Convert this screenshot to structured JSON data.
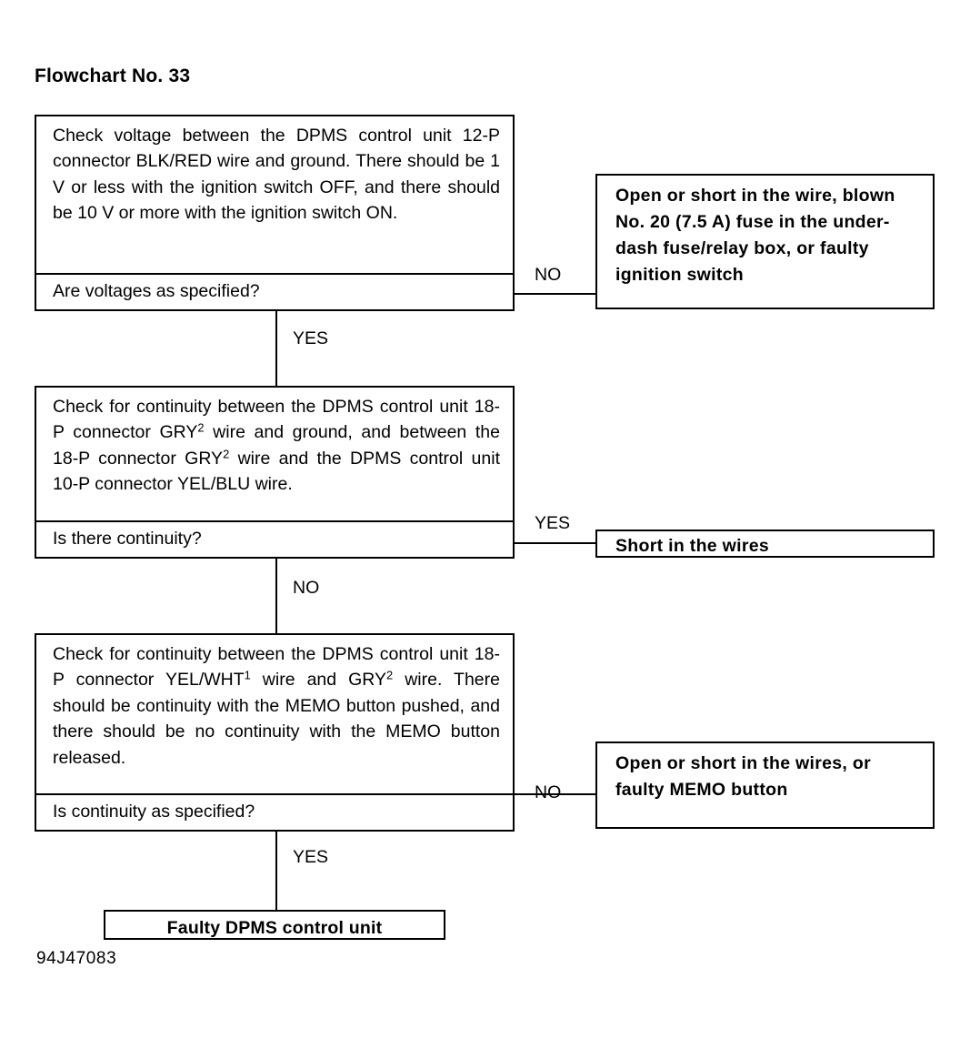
{
  "document": {
    "title": "Flowchart No. 33",
    "footer_code": "94J47083",
    "ink_color": "#000000",
    "background_color": "#ffffff"
  },
  "steps": [
    {
      "id": "step-1",
      "body": "Check voltage between the DPMS control unit 12-P connector BLK/RED wire and ground. There should be 1 V or less with the ignition switch OFF, and there should be 10 V or more with the ignition switch ON.",
      "question": "Are voltages as specified?",
      "branch_right_label": "NO",
      "branch_down_label": "YES"
    },
    {
      "id": "step-2",
      "body_part1": "Check for continuity between the DPMS control unit 18-P connector GRY",
      "body_sup1": "2",
      "body_part2": " wire and ground, and between the 18-P connector GRY",
      "body_sup2": "2",
      "body_part3": " wire and the DPMS control unit 10-P connector YEL/BLU wire.",
      "question": "Is there continuity?",
      "branch_right_label": "YES",
      "branch_down_label": "NO"
    },
    {
      "id": "step-3",
      "body_part1": "Check for continuity between the DPMS control unit 18-P connector YEL/WHT",
      "body_sup1": "1",
      "body_part2": " wire and GRY",
      "body_sup2": "2",
      "body_part3": " wire. There should be continuity with the MEMO button pushed, and there should be no continuity with the MEMO button released.",
      "question": "Is continuity as specified?",
      "branch_right_label": "NO",
      "branch_down_label": "YES"
    }
  ],
  "results": [
    {
      "id": "result-1",
      "text": "Open or short in the wire, blown No. 20 (7.5 A) fuse in the under-dash fuse/relay box, or faulty ignition switch"
    },
    {
      "id": "result-2",
      "text": "Short in the wires"
    },
    {
      "id": "result-3",
      "text": "Open or short in the wires, or faulty MEMO button"
    },
    {
      "id": "result-final",
      "text": "Faulty DPMS control unit"
    }
  ]
}
